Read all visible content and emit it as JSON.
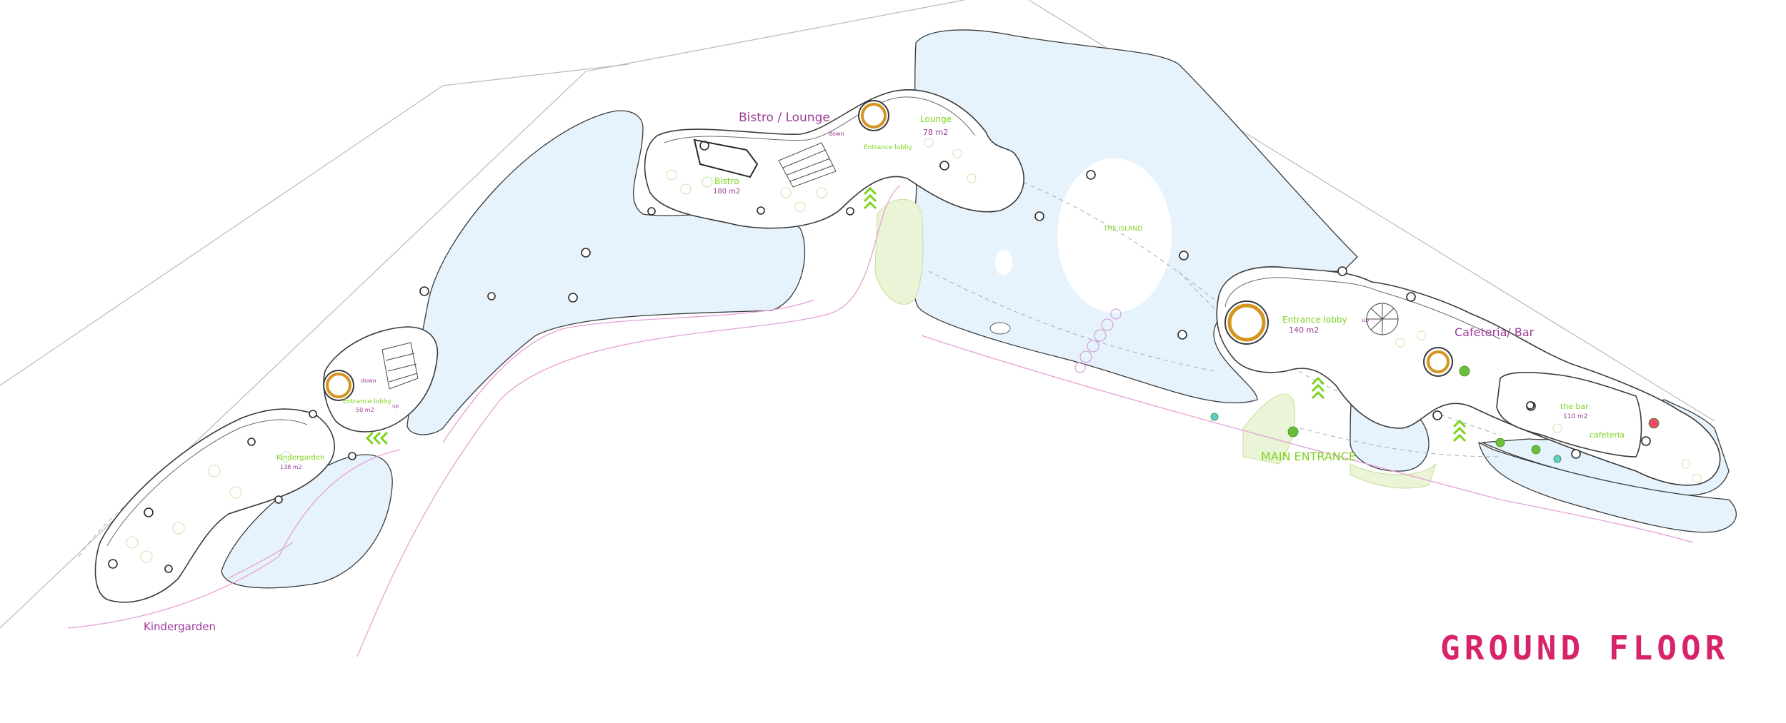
{
  "colors": {
    "water": "#e7f3fc",
    "outline": "#3a3a3a",
    "pink_path": "#e6a0d6",
    "purple_label": "#9a3b98",
    "green_label": "#7cd31d",
    "title_pink": "#d6236a",
    "grass": "#eaf4d6",
    "core_ring": "#d4941e"
  },
  "labels": {
    "bistro_lounge": "Bistro  / Lounge",
    "lounge": "Lounge",
    "lounge_area": "78 m2",
    "down_top": "down",
    "entrance_lobby_top": "Entrance lobby",
    "bistro": "Bistro",
    "bistro_area": "180 m2",
    "the_island": "THE ISLAND",
    "entrance_lobby_main": "Entrance lobby",
    "entrance_lobby_main_area": "140 m2",
    "up_main": "up",
    "cafeteria_bar": "Cafeteria/ Bar",
    "the_bar": "the bar",
    "the_bar_area": "110 m2",
    "cafeteria": "cafeteria",
    "main_entrance": "MAIN ENTRANCE",
    "down_left": "down",
    "up_left": "up",
    "entrance_lobby_left": "Entrance lobby",
    "entrance_lobby_left_area": "50 m2",
    "kindergarden_inner": "Kindergarden",
    "kindergarden_area": "138 m2",
    "kindergarden_outer": "Kindergarden",
    "title": "GROUND FLOOR"
  },
  "icons": [
    "chevron-up-icon",
    "chevron-left-icon",
    "stair-icon",
    "spiral-stair-icon",
    "column-icon",
    "elevator-core-icon",
    "tree-icon"
  ]
}
